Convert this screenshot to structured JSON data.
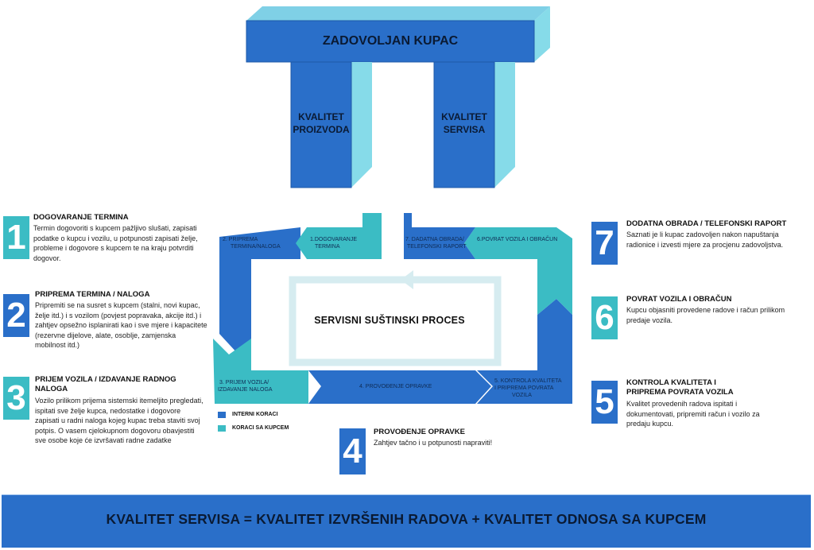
{
  "temple": {
    "roof_label": "ZADOVOLJAN KUPAC",
    "pillar_left": [
      "KVALITET",
      "PROIZVODA"
    ],
    "pillar_right": [
      "KVALITET",
      "SERVISA"
    ]
  },
  "colors": {
    "internal": "#2a6fc9",
    "customer": "#3bbcc4",
    "pillar_side": "#86dbe9",
    "footer": "#2a6fc9"
  },
  "steps": [
    {
      "number": "1",
      "title": "DOGOVARANJE TERMINA",
      "desc": "Termin dogovoriti s kupcem pažljivo slušati, zapisati podatke o kupcu i vozilu, u potpunosti zapisati želje, probleme i dogovore s kupcem te na kraju potvrditi dogovor."
    },
    {
      "number": "2",
      "title": "PRIPREMA TERMINA / NALOGA",
      "desc": "Pripremiti se na susret s kupcem (stalni, novi kupac, želje itd.) i s vozilom (povjest popravaka, akcije itd.) i zahtjev opsežno isplanirati kao i sve mjere i kapacitete (rezervne dijelove, alate, osoblje, zamjenska mobilnost itd.)"
    },
    {
      "number": "3",
      "title": "PRIJEM VOZILA / IZDAVANJE RADNOG NALOGA",
      "desc": "Vozilo prilikom prijema sistemski itemeljito pregledati, ispitati sve želje kupca, nedostatke i dogovore zapisati u radni naloga kojeg kupac treba staviti svoj potpis. O vasem cjelokupnom dogovoru obavjestiti sve osobe koje će izvršavati radne zadatke"
    },
    {
      "number": "4",
      "title": "PROVOĐENJE OPRAVKE",
      "desc": "Zahtjev tačno i u potpunosti napraviti!"
    },
    {
      "number": "5",
      "title": "KONTROLA KVALITETA I PRIPREMA POVRATA VOZILA",
      "desc": "Kvalitet provedenih radova ispitati i dokumentovati, pripremiti račun i vozilo za predaju kupcu."
    },
    {
      "number": "6",
      "title": "POVRAT VOZILA I OBRAČUN",
      "desc": "Kupcu objasniti provedene radove i račun prilikom predaje vozila."
    },
    {
      "number": "7",
      "title": "DODATNA OBRADA / TELEFONSKI RAPORT",
      "desc": "Saznati je li kupac zadovoljen nakon napuštanja radionice i izvesti mjere za procjenu zadovoljstva."
    }
  ],
  "cycle": {
    "center_title": "SERVISNI SUŠTINSKI PROCES",
    "labels": {
      "s1": [
        "1.DOGOVARANJE",
        "TERMINA"
      ],
      "s2": [
        "2. PRIPREMA",
        "TERMINA/NALOGA"
      ],
      "s3": [
        "3. PRIJEM VOZILA/",
        "IZDAVANJE NALOGA"
      ],
      "s4": [
        "4. PROVOĐENJE OPRAVKE"
      ],
      "s5": [
        "5. KONTROLA KVALITETA",
        "I PRIPREMA POVRATA",
        "VOZILA"
      ],
      "s6": [
        "6.POVRAT VOZILA I OBRAČUN"
      ],
      "s7": [
        "7. DADATNA OBRADA/",
        "TELEFONSKI RAPORT"
      ]
    }
  },
  "legend": {
    "internal": "INTERNI KORACI",
    "customer": "KORACI SA KUPCEM"
  },
  "footer": "KVALITET SERVISA = KVALITET IZVRŠENIH RADOVA + KVALITET ODNOSA SA KUPCEM"
}
